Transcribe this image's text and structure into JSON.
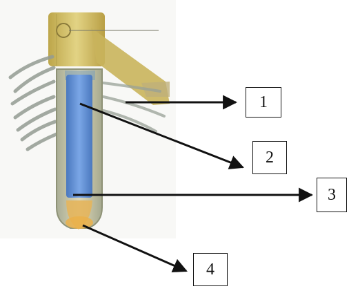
{
  "labels": [
    {
      "id": "1",
      "text": "1"
    },
    {
      "id": "2",
      "text": "2"
    },
    {
      "id": "3",
      "text": "3"
    },
    {
      "id": "4",
      "text": "4"
    }
  ],
  "colors": {
    "stele_blue": "#5b8ed6",
    "cortex_tan": "#cfc9a3",
    "root_hair_gray": "#9aa39a",
    "cap_orange": "#e8a84a",
    "stem_yellow": "#d8c46a",
    "arrow": "#111111"
  }
}
